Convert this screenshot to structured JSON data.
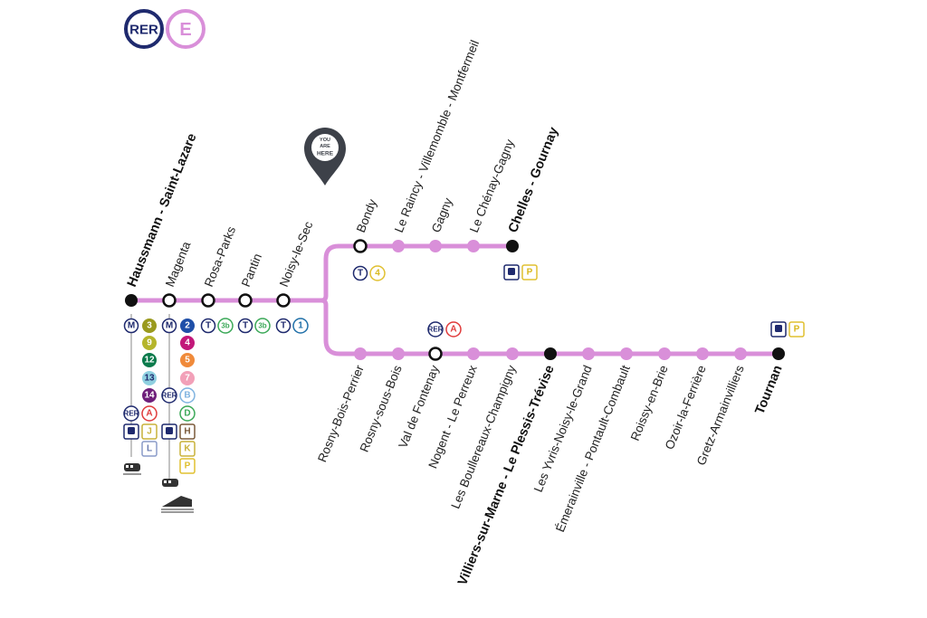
{
  "header": {
    "network_badge": "RER",
    "line_badge": "E",
    "network_color": "#1f2a6e",
    "line_color": "#d98fd9"
  },
  "marker": {
    "line1": "YOU",
    "line2": "ARE",
    "line3": "HERE",
    "color": "#3d4149"
  },
  "colors": {
    "line": "#d98fd9",
    "metro": "#1f2a6e",
    "tram": "#1f2a6e",
    "rer_a": "#e03b3b",
    "transilien": "#c9b23a"
  },
  "stations": {
    "trunk": [
      {
        "id": "haussmann",
        "name": "Haussmann - Saint-Lazare",
        "type": "terminus",
        "bold": true
      },
      {
        "id": "magenta",
        "name": "Magenta",
        "type": "interchange",
        "bold": false
      },
      {
        "id": "rosa-parks",
        "name": "Rosa-Parks",
        "type": "interchange",
        "bold": false
      },
      {
        "id": "pantin",
        "name": "Pantin",
        "type": "interchange",
        "bold": false
      },
      {
        "id": "noisy-le-sec",
        "name": "Noisy-le-Sec",
        "type": "interchange",
        "bold": false
      }
    ],
    "upper": [
      {
        "id": "bondy",
        "name": "Bondy",
        "type": "interchange",
        "bold": false
      },
      {
        "id": "le-raincy",
        "name": "Le Raincy - Villemomble - Montfermeil",
        "type": "stop",
        "bold": false
      },
      {
        "id": "gagny",
        "name": "Gagny",
        "type": "stop",
        "bold": false
      },
      {
        "id": "le-chenay-gagny",
        "name": "Le Chénay-Gagny",
        "type": "stop",
        "bold": false
      },
      {
        "id": "chelles-gournay",
        "name": "Chelles - Gournay",
        "type": "terminus",
        "bold": true
      }
    ],
    "lower": [
      {
        "id": "rosny-bois-perrier",
        "name": "Rosny-Bois-Perrier",
        "type": "stop",
        "bold": false
      },
      {
        "id": "rosny-sous-bois",
        "name": "Rosny-sous-Bois",
        "type": "stop",
        "bold": false
      },
      {
        "id": "val-de-fontenay",
        "name": "Val de Fontenay",
        "type": "interchange",
        "bold": false
      },
      {
        "id": "nogent-le-perreux",
        "name": "Nogent - Le Perreux",
        "type": "stop",
        "bold": false
      },
      {
        "id": "les-boullereaux",
        "name": "Les Boullereaux-Champigny",
        "type": "stop",
        "bold": false
      },
      {
        "id": "villiers",
        "name": "Villiers-sur-Marne - Le Plessis-Trévise",
        "type": "terminus",
        "bold": true
      },
      {
        "id": "les-yvris",
        "name": "Les Yvris-Noisy-le-Grand",
        "type": "stop",
        "bold": false
      },
      {
        "id": "emerainville",
        "name": "Émerainville - Pontault-Combault",
        "type": "stop",
        "bold": false
      },
      {
        "id": "roissy-en-brie",
        "name": "Roissy-en-Brie",
        "type": "stop",
        "bold": false
      },
      {
        "id": "ozoir",
        "name": "Ozoir-la-Ferrière",
        "type": "stop",
        "bold": false
      },
      {
        "id": "gretz",
        "name": "Gretz-Armainvilliers",
        "type": "stop",
        "bold": false
      },
      {
        "id": "tournan",
        "name": "Tournan",
        "type": "terminus",
        "bold": true
      }
    ]
  },
  "connections": {
    "haussmann": {
      "metro_label": "M",
      "metro_lines": [
        "3",
        "9",
        "12",
        "13",
        "14"
      ],
      "metro_colors": [
        "#9a9a1e",
        "#b5b52b",
        "#0a7a4b",
        "#8fd0e0",
        "#6e1e7a"
      ],
      "rer_label": "RER",
      "rer_line": "A",
      "transilien_lines": [
        "J",
        "L"
      ]
    },
    "magenta": {
      "metro_label": "M",
      "metro_lines": [
        "2",
        "4",
        "5",
        "7"
      ],
      "metro_colors": [
        "#1f4fa8",
        "#c2187a",
        "#f08a3a",
        "#f2a0b8"
      ],
      "rer_label": "RER",
      "rer_lines": [
        "B",
        "D"
      ],
      "rer_colors": [
        "#7fb3e0",
        "#3aa857"
      ],
      "transilien_lines": [
        "H",
        "K",
        "P"
      ]
    },
    "rosa-parks": {
      "tram_label": "T",
      "tram_line": "3b"
    },
    "pantin": {
      "tram_label": "T",
      "tram_line": "3b"
    },
    "noisy-le-sec": {
      "tram_label": "T",
      "tram_line": "1"
    },
    "bondy": {
      "tram_label": "T",
      "tram_line": "4"
    },
    "val-de-fontenay": {
      "rer_label": "RER",
      "rer_line": "A"
    },
    "chelles-gournay": {
      "transilien_line": "P"
    },
    "tournan": {
      "transilien_line": "P"
    }
  }
}
